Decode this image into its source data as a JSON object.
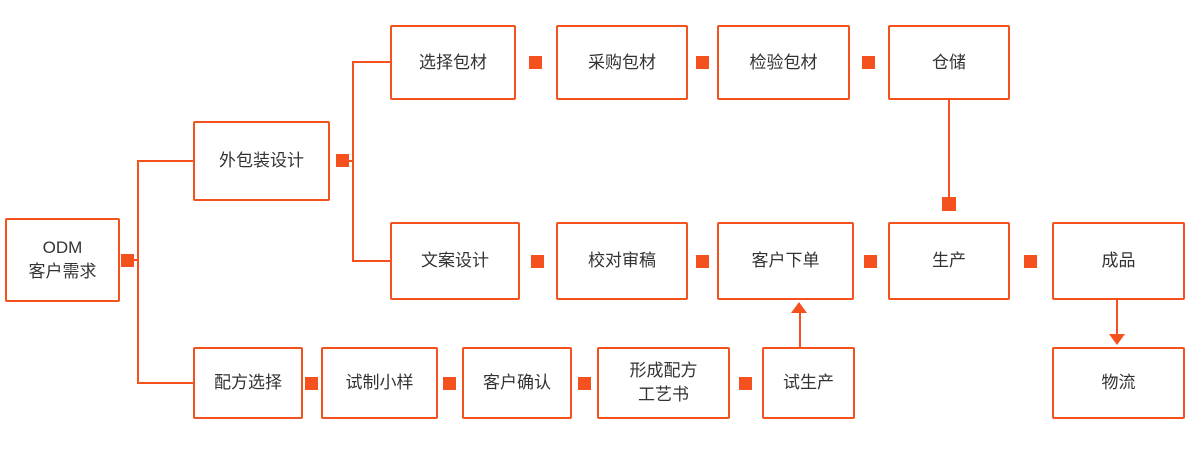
{
  "colors": {
    "accent": "#F4511E",
    "text": "#333333",
    "box_bg": "#FFFFFF"
  },
  "nodes": {
    "odm": {
      "label": "ODM\n客户需求"
    },
    "packaging_design": {
      "label": "外包装设计"
    },
    "select_material": {
      "label": "选择包材"
    },
    "purchase_material": {
      "label": "采购包材"
    },
    "inspect_material": {
      "label": "检验包材"
    },
    "warehouse": {
      "label": "仓储"
    },
    "copy_design": {
      "label": "文案设计"
    },
    "proofread": {
      "label": "校对审稿"
    },
    "customer_order": {
      "label": "客户下单"
    },
    "production": {
      "label": "生产"
    },
    "finished_product": {
      "label": "成品"
    },
    "formula_select": {
      "label": "配方选择"
    },
    "trial_sample": {
      "label": "试制小样"
    },
    "customer_confirm": {
      "label": "客户确认"
    },
    "formula_doc": {
      "label": "形成配方\n工艺书"
    },
    "trial_production": {
      "label": "试生产"
    },
    "logistics": {
      "label": "物流"
    }
  }
}
